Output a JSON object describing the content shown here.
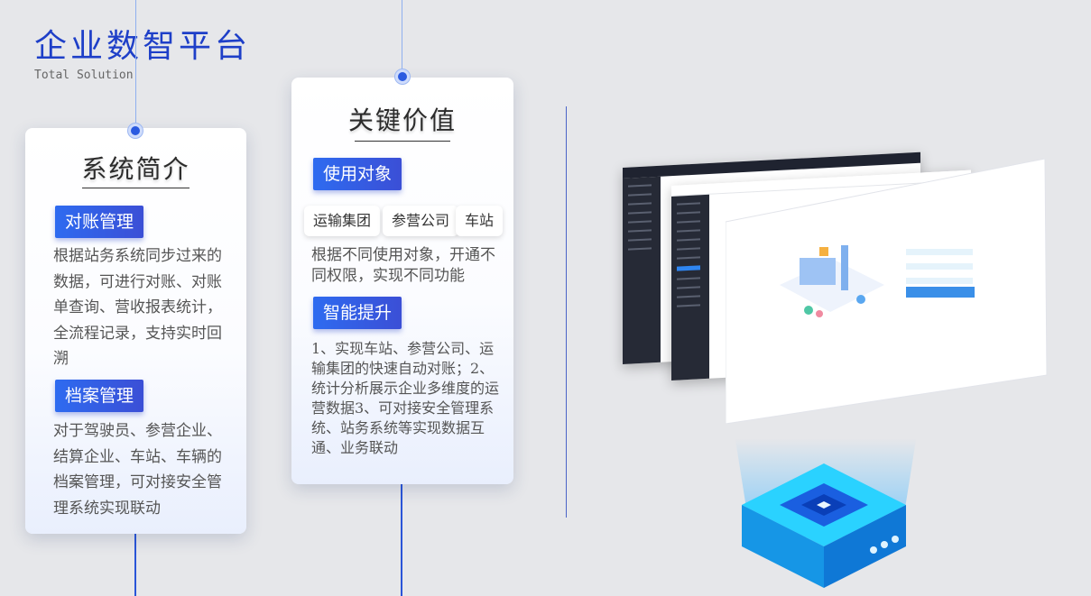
{
  "header": {
    "title": "企业数智平台",
    "subtitle": "Total Solution"
  },
  "card1": {
    "title": "系统简介",
    "section1": {
      "label": "对账管理",
      "text": "根据站务系统同步过来的数据，可进行对账、对账单查询、营收报表统计，全流程记录，支持实时回溯"
    },
    "section2": {
      "label": "档案管理",
      "text": "对于驾驶员、参营企业、结算企业、车站、车辆的档案管理，可对接安全管理系统实现联动"
    }
  },
  "card2": {
    "title": "关键价值",
    "section1": {
      "label": "使用对象",
      "chips": [
        "运输集团",
        "参营公司",
        "车站"
      ],
      "text": "根据不同使用对象，开通不同权限，实现不同功能"
    },
    "section2": {
      "label": "智能提升",
      "text": "1、实现车站、参营公司、运输集团的快速自动对账；2、统计分析展示企业多维度的运营数据3、可对接安全管理系统、站务系统等实现数据互通、业务联动"
    }
  },
  "colors": {
    "accent": "#1e3fc8",
    "tag": "#2e6bf0",
    "device": "#1aa8f5"
  },
  "icons": [
    "timeline-dot-icon",
    "server-device-icon",
    "isometric-illustration-icon"
  ]
}
